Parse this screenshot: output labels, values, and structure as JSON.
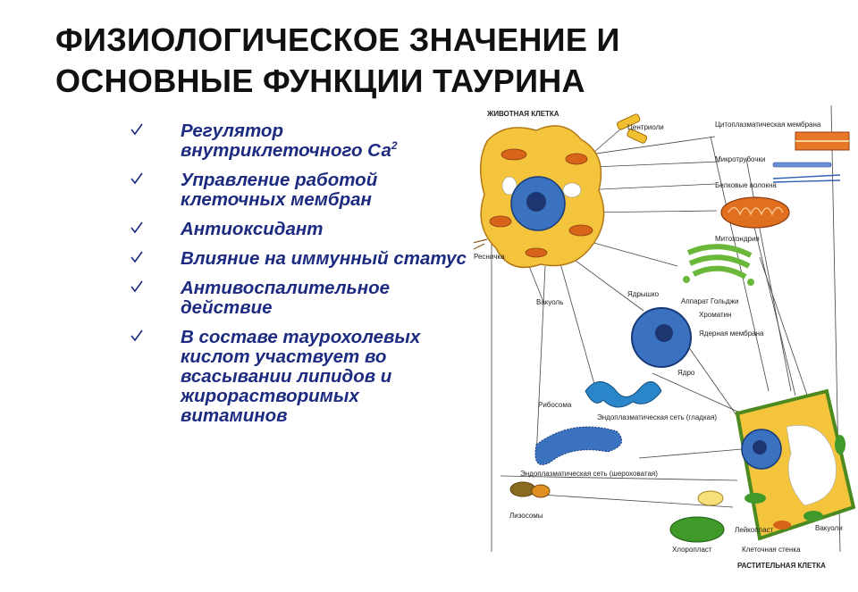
{
  "title": "ФИЗИОЛОГИЧЕСКОЕ ЗНАЧЕНИЕ И ОСНОВНЫЕ ФУНКЦИИ ТАУРИНА",
  "items": [
    {
      "text": "Регулятор внутриклеточного Са",
      "sup": "2"
    },
    {
      "text": " Управление работой клеточных мембран"
    },
    {
      "text": "Антиоксидант"
    },
    {
      "text": "Влияние на иммунный статус"
    },
    {
      "text": "Антивоспалительное действие"
    },
    {
      "text": "В составе таурохолевых кислот участвует во всасывании липидов и жирорастворимых витаминов"
    }
  ],
  "diagram": {
    "animal_cell": "ЖИВОТНАЯ КЛЕТКА",
    "plant_cell": "РАСТИТЕЛЬНАЯ КЛЕТКА",
    "labels": {
      "centrioles": "Центриоли",
      "membrane": "Цитоплазматическая мембрана",
      "microtubules": "Микротрубочки",
      "fibers": "Белковые волокна",
      "mitochondria": "Митохондрия",
      "golgi": "Аппарат Гольджи",
      "cilium": "Ресничка",
      "vacuole": "Вакуоль",
      "nucleolus": "Ядрышко",
      "chromatin": "Хроматин",
      "nuclear_membrane": "Ядерная мембрана",
      "nucleus": "Ядро",
      "ribosome": "Рибосома",
      "er_smooth": "Эндоплазматическая сеть (гладкая)",
      "er_rough": "Эндоплазматическая сеть (шероховатая)",
      "lysosomes": "Лизосомы",
      "leucoplast": "Лейкопласт",
      "vacuoles": "Вакуоли",
      "chloroplast": "Хлоропласт",
      "cell_wall": "Клеточная стенка"
    }
  },
  "colors": {
    "title": "#111111",
    "text": "#1c2a80",
    "cytoplasm": "#f4c43c",
    "nucleus": "#2a5fb0",
    "mito": "#e07020",
    "golgi": "#6ab83a"
  }
}
